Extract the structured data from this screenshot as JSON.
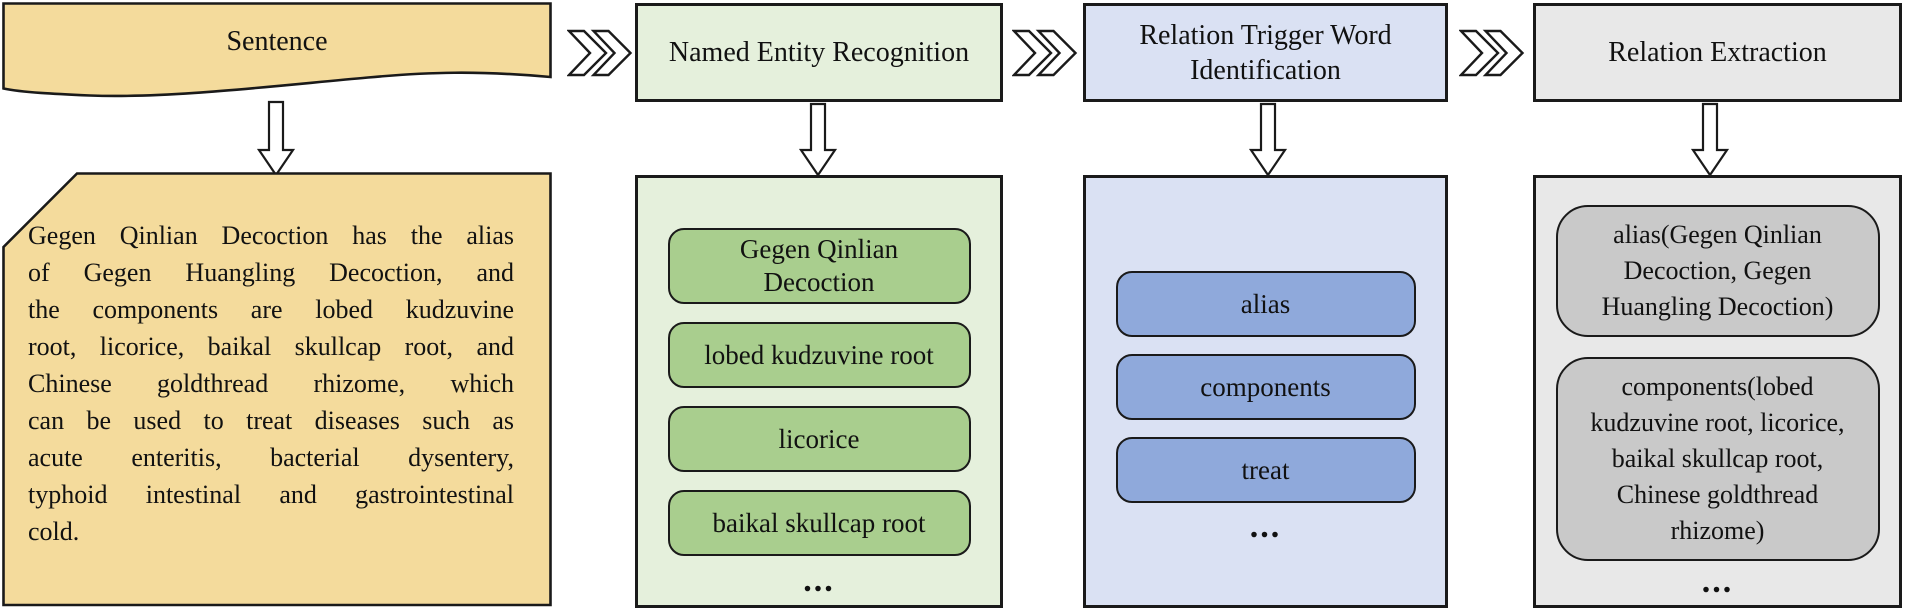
{
  "colors": {
    "background": "#FFFFFF",
    "line": "#1A1A1A",
    "text": "#111111",
    "sentence-fill": "#F4DB9C",
    "ner-container": "#E5F0DC",
    "ner-item": "#A9CE8E",
    "trigger-container": "#DAE1F3",
    "trigger-item": "#8FA9DB",
    "relation-container": "#E8E8E8",
    "relation-item": "#C9C9C9"
  },
  "columns": [
    {
      "id": "sentence",
      "header": "Sentence",
      "body_lines": [
        "Gegen Qinlian Decoction has the alias",
        "of Gegen Huangling Decoction, and",
        "the components are lobed kudzuvine",
        "root, licorice, baikal skullcap root, and",
        "Chinese goldthread rhizome, which",
        "can be used to treat diseases such as",
        "acute enteritis, bacterial dysentery,",
        "typhoid intestinal and gastrointestinal",
        "cold."
      ]
    },
    {
      "id": "named-entity-recognition",
      "header": "Named Entity Recognition",
      "items": [
        "Gegen Qinlian Decoction",
        "lobed kudzuvine root",
        "licorice",
        "baikal skullcap root"
      ],
      "ellipsis": "..."
    },
    {
      "id": "relation-trigger-word-identification",
      "header": "Relation Trigger Word Identification",
      "items": [
        "alias",
        "components",
        "treat"
      ],
      "ellipsis": "..."
    },
    {
      "id": "relation-extraction",
      "header": "Relation Extraction",
      "items": [
        "alias(Gegen Qinlian Decoction, Gegen Huangling Decoction)",
        "components(lobed kudzuvine root, licorice, baikal skullcap root, Chinese goldthread rhizome)"
      ],
      "ellipsis": "..."
    }
  ]
}
